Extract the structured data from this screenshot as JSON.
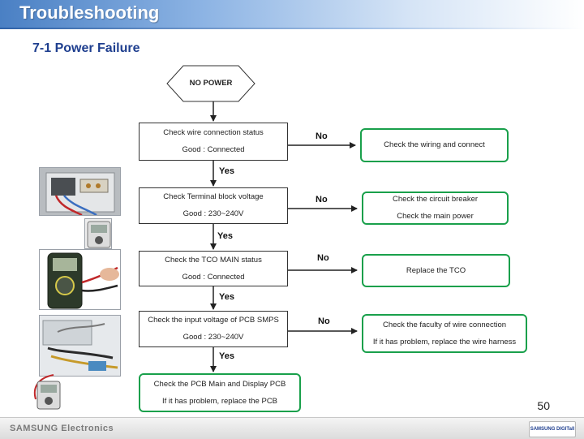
{
  "header": {
    "title": "Troubleshooting",
    "section": "7-1 Power Failure"
  },
  "flow": {
    "start": "NO POWER",
    "checks": [
      {
        "line1": "Check wire connection status",
        "line2": "Good : Connected"
      },
      {
        "line1": "Check Terminal block voltage",
        "line2": "Good : 230~240V"
      },
      {
        "line1": "Check the TCO MAIN status",
        "line2": "Good : Connected"
      },
      {
        "line1": "Check the input voltage of PCB SMPS",
        "line2": "Good : 230~240V"
      }
    ],
    "final": {
      "line1": "Check the PCB Main and Display PCB",
      "line2": "If it has problem, replace the PCB"
    },
    "actions": [
      {
        "line1": "Check the wiring and connect",
        "line2": ""
      },
      {
        "line1": "Check the circuit breaker",
        "line2": "Check the main power"
      },
      {
        "line1": "Replace the TCO",
        "line2": ""
      },
      {
        "line1": "Check the faculty of wire connection",
        "line2": "If it has problem, replace the wire harness"
      }
    ],
    "yes_label": "Yes",
    "no_label": "No"
  },
  "photos": [
    {
      "icon": "terminal-block-photo"
    },
    {
      "icon": "multimeter-photo"
    },
    {
      "icon": "pcb-wiring-photo"
    }
  ],
  "footer": {
    "page_number": "50",
    "brand_left": "SAMSUNG Electronics",
    "brand_right": "SAMSUNG DIGITall"
  },
  "colors": {
    "accent": "#1f3f8f",
    "action_border": "#19a04b",
    "arrow": "#222222"
  }
}
